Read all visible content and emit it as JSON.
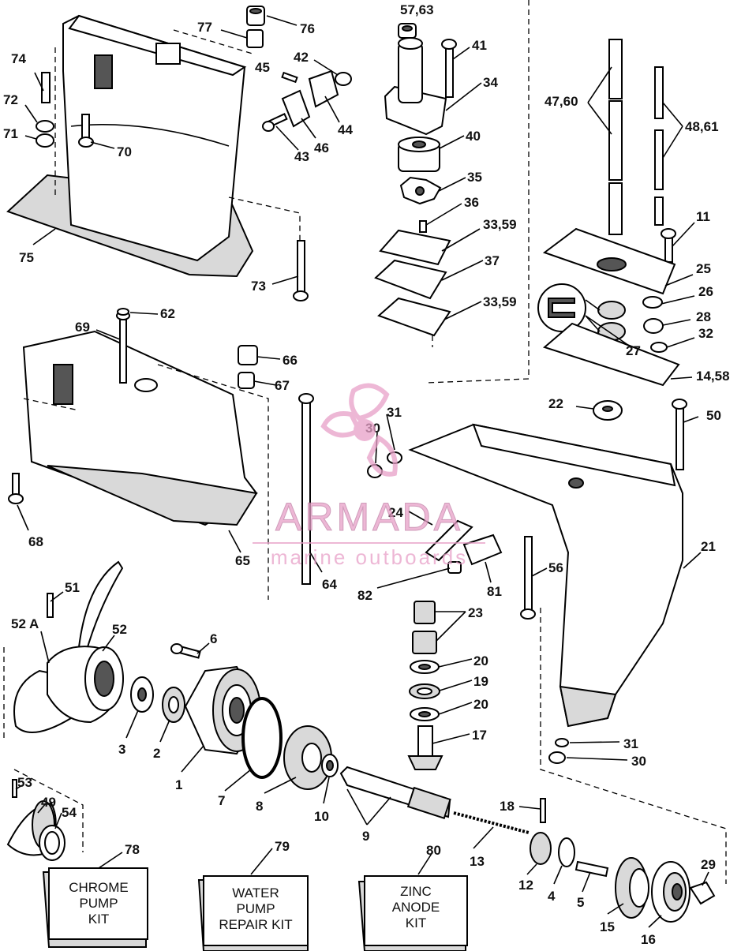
{
  "labels": {
    "l1": "1",
    "l2": "2",
    "l3": "3",
    "l4": "4",
    "l5": "5",
    "l6": "6",
    "l7": "7",
    "l8": "8",
    "l9": "9",
    "l10": "10",
    "l11": "11",
    "l12": "12",
    "l13": "13",
    "l14_58": "14,58",
    "l15": "15",
    "l16": "16",
    "l17": "17",
    "l18": "18",
    "l19": "19",
    "l20a": "20",
    "l20b": "20",
    "l21": "21",
    "l22": "22",
    "l23": "23",
    "l24": "24",
    "l25": "25",
    "l26": "26",
    "l27": "27",
    "l28": "28",
    "l29": "29",
    "l30a": "30",
    "l30b": "30",
    "l31a": "31",
    "l31b": "31",
    "l32": "32",
    "l33_59a": "33,59",
    "l33_59b": "33,59",
    "l34": "34",
    "l35": "35",
    "l36": "36",
    "l37": "37",
    "l40": "40",
    "l41": "41",
    "l42": "42",
    "l43": "43",
    "l44": "44",
    "l45": "45",
    "l46": "46",
    "l47_60": "47,60",
    "l48_61": "48,61",
    "l49": "49",
    "l50": "50",
    "l51": "51",
    "l52": "52",
    "l52a": "52 A",
    "l53": "53",
    "l54": "54",
    "l56": "56",
    "l57_63": "57,63",
    "l62": "62",
    "l64": "64",
    "l65": "65",
    "l66": "66",
    "l67": "67",
    "l68": "68",
    "l69": "69",
    "l70": "70",
    "l71": "71",
    "l72": "72",
    "l73": "73",
    "l74": "74",
    "l75": "75",
    "l76": "76",
    "l77": "77",
    "l78": "78",
    "l79": "79",
    "l80": "80",
    "l81": "81",
    "l82": "82"
  },
  "kits": {
    "chrome": {
      "line1": "CHROME",
      "line2": "PUMP",
      "line3": "KIT"
    },
    "water": {
      "line1": "WATER",
      "line2": "PUMP",
      "line3": "REPAIR KIT"
    },
    "zinc": {
      "line1": "ZINC",
      "line2": "ANODE",
      "line3": "KIT"
    }
  },
  "watermark": {
    "brand": "ARMADA",
    "tagline": "marine outboards",
    "color": "#e8a0c8"
  }
}
